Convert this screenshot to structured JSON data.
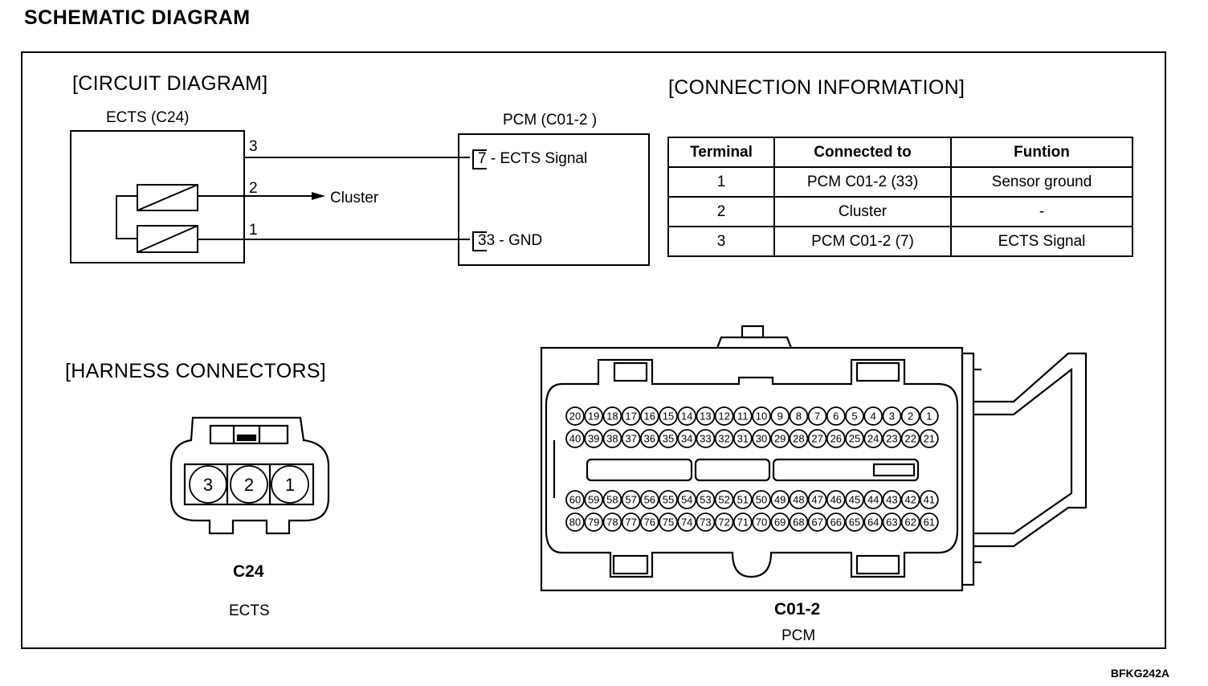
{
  "title": "SCHEMATIC DIAGRAM",
  "sections": {
    "circuit": "[CIRCUIT DIAGRAM]",
    "connection": "[CONNECTION INFORMATION]",
    "harness": "[HARNESS CONNECTORS]"
  },
  "circuit": {
    "ects_label": "ECTS (C24)",
    "pcm_label": "PCM (C01-2 )",
    "pin3": "3",
    "pin2": "2",
    "pin1": "1",
    "cluster": "Cluster",
    "pcm_pin7": "7 - ECTS Signal",
    "pcm_pin33": "33 - GND"
  },
  "table": {
    "headers": [
      "Terminal",
      "Connected to",
      "Funtion"
    ],
    "rows": [
      [
        "1",
        "PCM C01-2 (33)",
        "Sensor ground"
      ],
      [
        "2",
        "Cluster",
        "-"
      ],
      [
        "3",
        "PCM C01-2 (7)",
        "ECTS Signal"
      ]
    ]
  },
  "c24": {
    "name": "C24",
    "desc": "ECTS",
    "pins": [
      "3",
      "2",
      "1"
    ]
  },
  "c012": {
    "name": "C01-2",
    "desc": "PCM",
    "rows": [
      [
        "20",
        "19",
        "18",
        "17",
        "16",
        "15",
        "14",
        "13",
        "12",
        "11",
        "10",
        "9",
        "8",
        "7",
        "6",
        "5",
        "4",
        "3",
        "2",
        "1"
      ],
      [
        "40",
        "39",
        "38",
        "37",
        "36",
        "35",
        "34",
        "33",
        "32",
        "31",
        "30",
        "29",
        "28",
        "27",
        "26",
        "25",
        "24",
        "23",
        "22",
        "21"
      ],
      [
        "60",
        "59",
        "58",
        "57",
        "56",
        "55",
        "54",
        "53",
        "52",
        "51",
        "50",
        "49",
        "48",
        "47",
        "46",
        "45",
        "44",
        "43",
        "42",
        "41"
      ],
      [
        "80",
        "79",
        "78",
        "77",
        "76",
        "75",
        "74",
        "73",
        "72",
        "71",
        "70",
        "69",
        "68",
        "67",
        "66",
        "65",
        "64",
        "63",
        "62",
        "61"
      ]
    ]
  },
  "footer_code": "BFKG242A"
}
